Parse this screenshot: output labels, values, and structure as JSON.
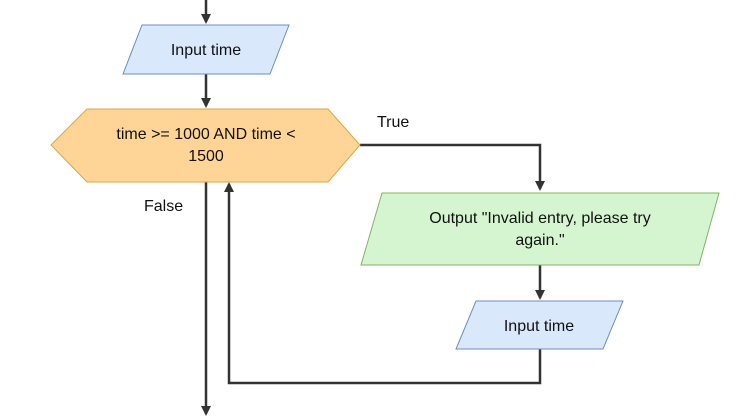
{
  "diagram": {
    "nodes": {
      "input_time_1": {
        "text": "Input time",
        "shape": "parallelogram",
        "fill": "#dae8fc",
        "stroke": "#6c8ebf"
      },
      "decision": {
        "line1": "time >= 1000 AND time <",
        "line2": "1500",
        "shape": "hexagon",
        "fill": "#ffd597",
        "stroke": "#d6a849"
      },
      "output_invalid": {
        "line1": "Output \"Invalid entry, please try",
        "line2": "again.\"",
        "shape": "parallelogram",
        "fill": "#d5f5d0",
        "stroke": "#82b366"
      },
      "input_time_2": {
        "text": "Input time",
        "shape": "parallelogram",
        "fill": "#dae8fc",
        "stroke": "#6c8ebf"
      }
    },
    "edges": {
      "true_label": "True",
      "false_label": "False"
    },
    "line_color": "#333333"
  }
}
